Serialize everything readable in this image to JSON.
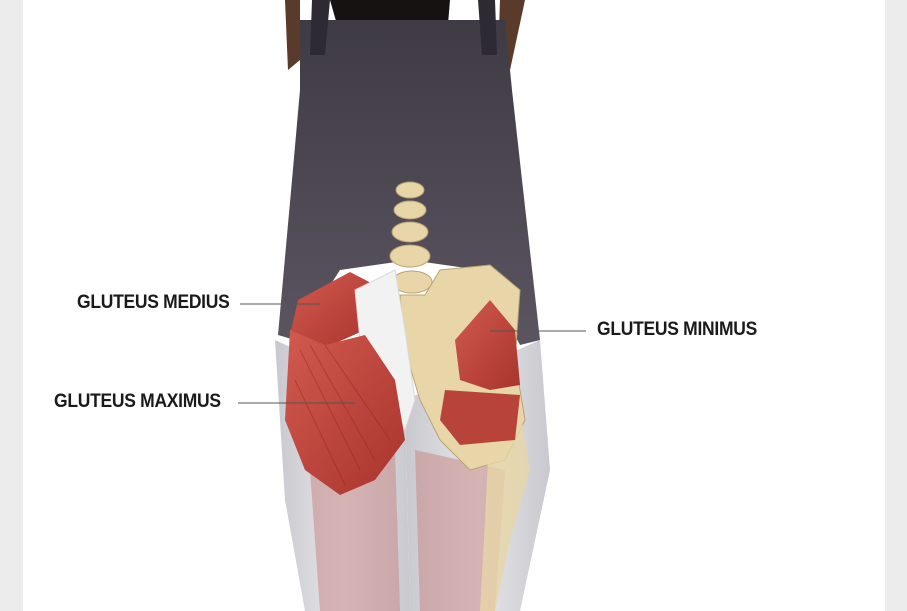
{
  "illustration": {
    "subject": "back-view-hip-muscles",
    "colors": {
      "background": "#ffffff",
      "shirt": "#4a4650",
      "skin": "#d9d9de",
      "muscle": "#c94a42",
      "muscle_dark": "#8f2a26",
      "bone": "#e8d6a8",
      "tendon": "#f2f2f2"
    }
  },
  "labels": {
    "gluteus_medius": "GLUTEUS MEDIUS",
    "gluteus_maximus": "GLUTEUS MAXIMUS",
    "gluteus_minimus": "GLUTEUS MINIMUS"
  }
}
